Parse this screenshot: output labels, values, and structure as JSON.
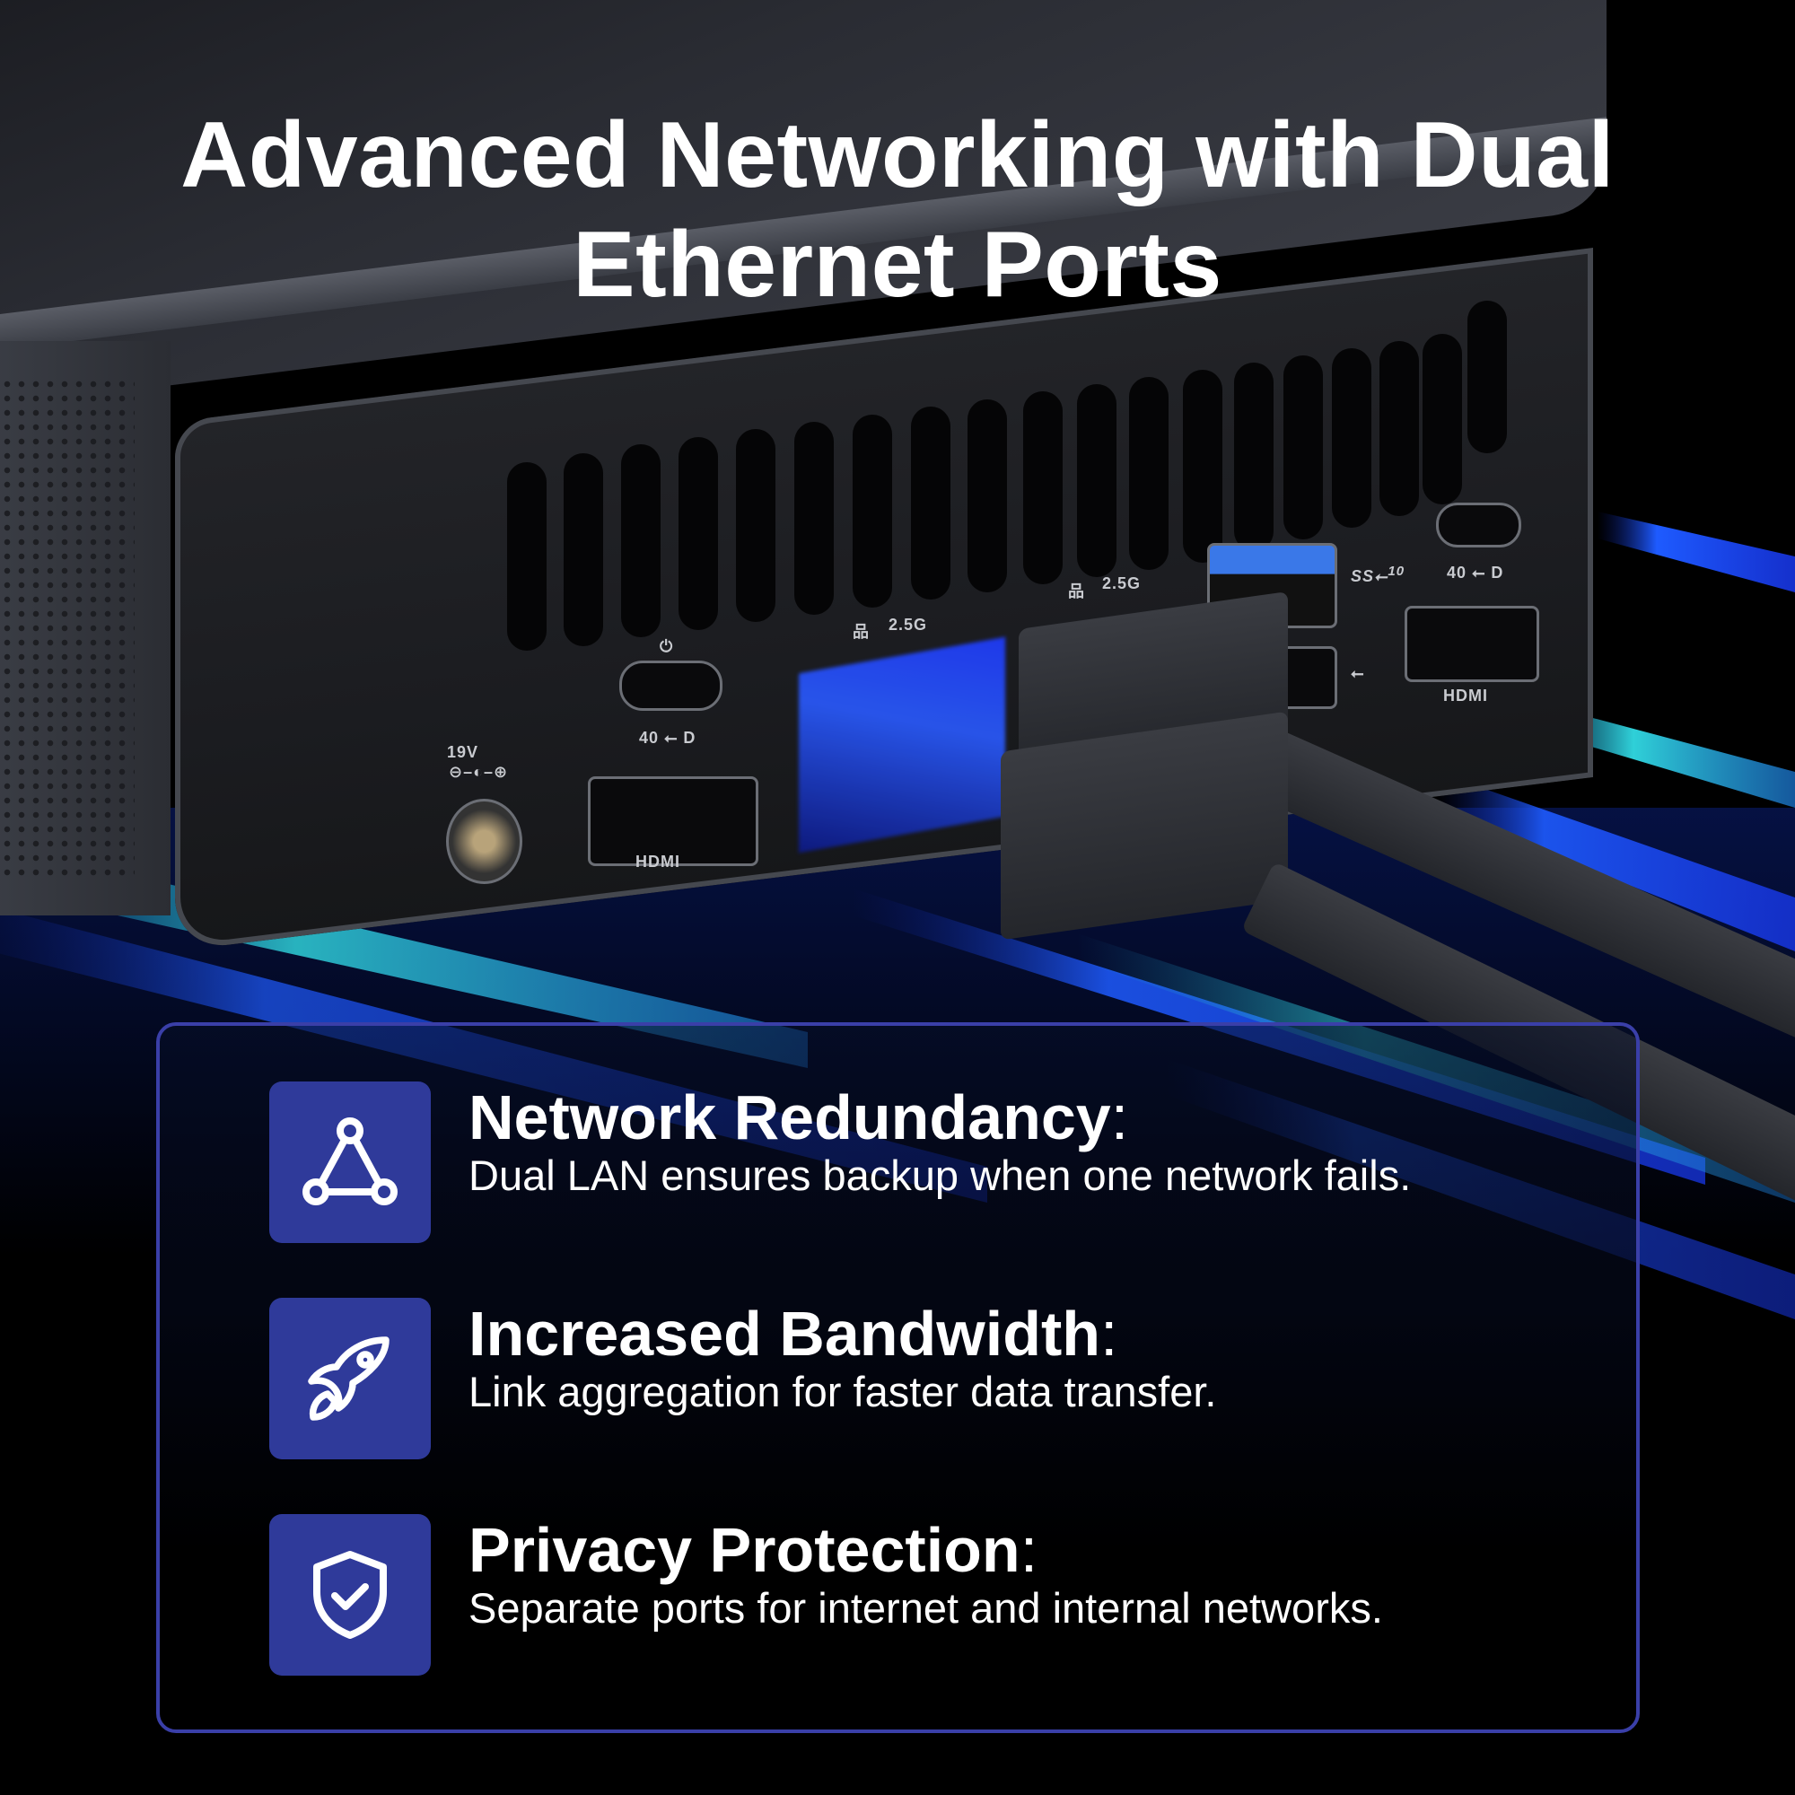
{
  "title": {
    "line1": "Advanced Networking with Dual",
    "line2": "Ethernet Ports"
  },
  "device": {
    "port_labels": {
      "dc_in": "19V",
      "lan_left": "2.5G",
      "lan_right": "2.5G",
      "usb_ss": "SS",
      "usb_ss_speed": "10",
      "usb4_left": "40",
      "usb4_right": "40",
      "hdmi_left": "HDMI",
      "hdmi_right": "HDMI"
    },
    "icons": [
      "power-plug-icon",
      "usb4-displayport-icon",
      "ethernet-network-icon",
      "usb-superspeed-icon",
      "usb-icon",
      "hdmi-icon",
      "dc-polarity-icon"
    ]
  },
  "features": [
    {
      "icon": "network-triangle-icon",
      "heading": "Network Redundancy",
      "colon": ":",
      "description": "Dual LAN ensures backup when one network fails."
    },
    {
      "icon": "rocket-icon",
      "heading": "Increased Bandwidth",
      "colon": ":",
      "description": "Link aggregation for faster data transfer."
    },
    {
      "icon": "shield-check-icon",
      "heading": "Privacy Protection",
      "colon": ":",
      "description": "Separate ports for internet and internal networks."
    }
  ],
  "colors": {
    "accent": "#2f3a9a",
    "panel_border": "#3a3fa8",
    "streak_blue": "#1e5bff",
    "streak_teal": "#2fd0d8",
    "background": "#000000",
    "text": "#ffffff"
  }
}
